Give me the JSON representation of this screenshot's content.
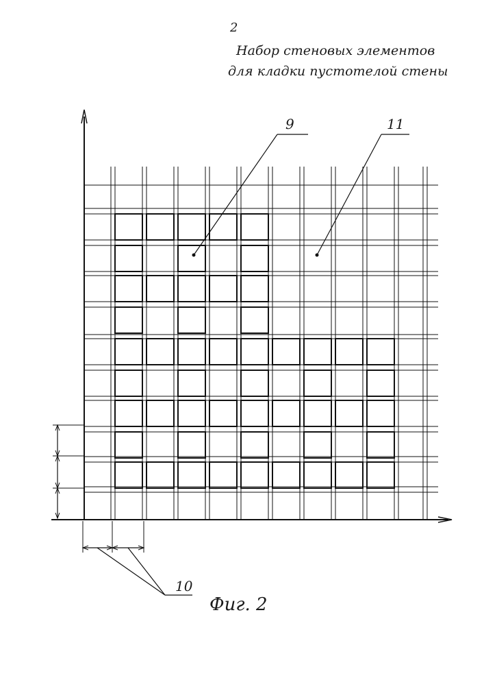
{
  "page_number": "2",
  "title_line1": "Набор стеновых элементов",
  "title_line2": "для кладки пустотелой стены",
  "callouts": {
    "element": "9",
    "cavity": "11",
    "module": "10"
  },
  "figure_caption": "Фиг. 2"
}
